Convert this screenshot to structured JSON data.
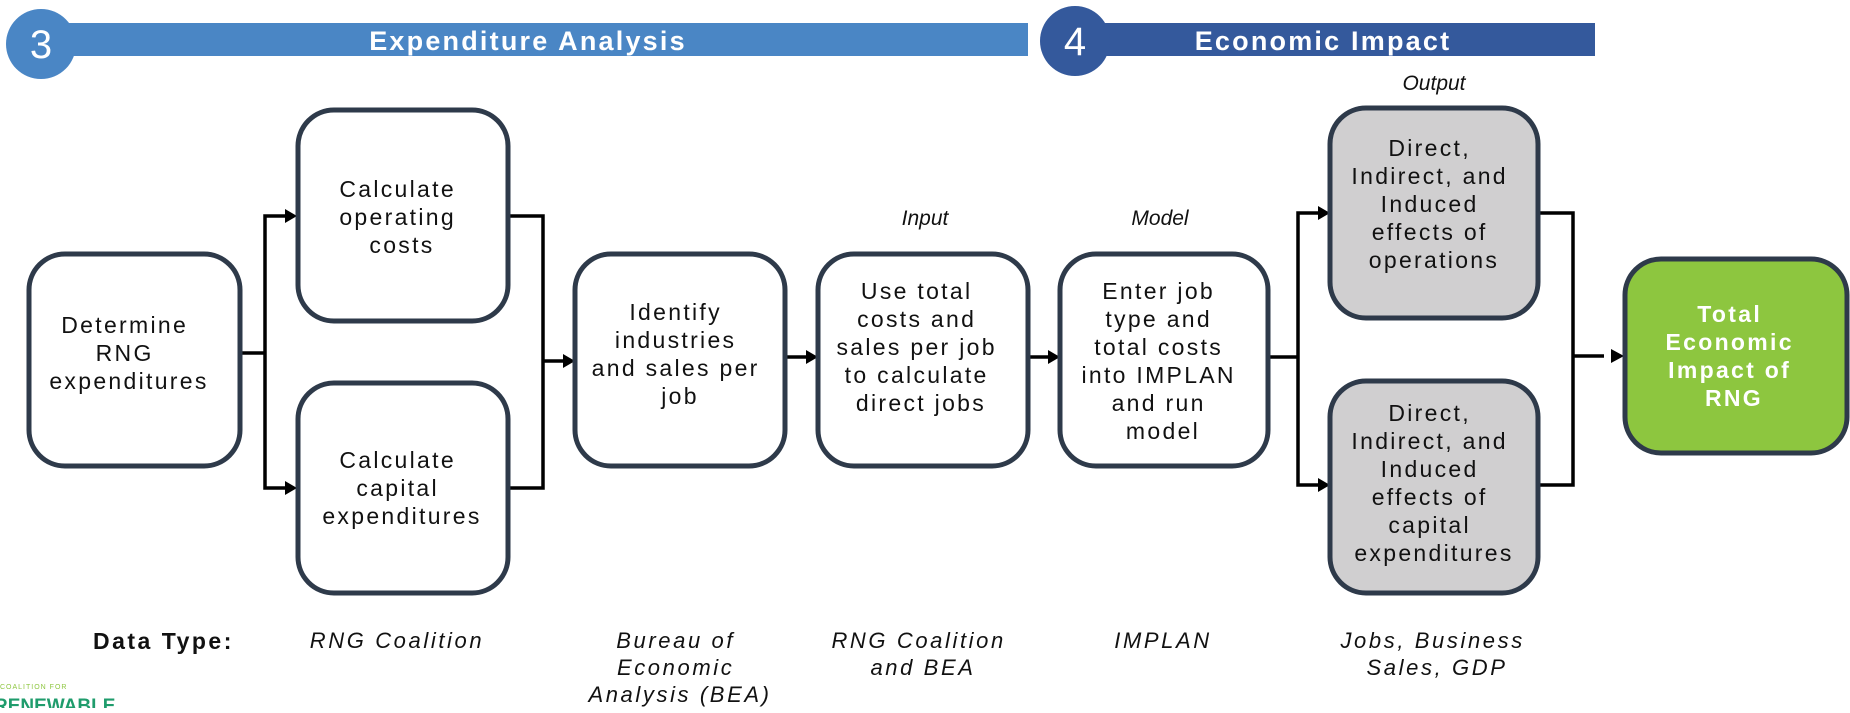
{
  "banners": {
    "expenditure": {
      "number": "3",
      "title": "Expenditure Analysis"
    },
    "economic": {
      "number": "4",
      "title": "Economic Impact"
    }
  },
  "stage_labels": {
    "input": "Input",
    "model": "Model",
    "output": "Output"
  },
  "boxes": {
    "determine": [
      "Determine",
      "RNG",
      "expenditures"
    ],
    "operating": [
      "Calculate",
      "operating",
      "costs"
    ],
    "capital": [
      "Calculate",
      "capital",
      "expenditures"
    ],
    "identify": [
      "Identify",
      "industries",
      "and sales per",
      "job"
    ],
    "use_total": [
      "Use total",
      "costs and",
      "sales per job",
      "to calculate",
      "direct jobs"
    ],
    "enter_job": [
      "Enter job",
      "type and",
      "total costs",
      "into IMPLAN",
      "and run",
      "model"
    ],
    "effects_operations": [
      "Direct,",
      "Indirect, and",
      "Induced",
      "effects of",
      "operations"
    ],
    "effects_capital": [
      "Direct,",
      "Indirect, and",
      "Induced",
      "effects of",
      "capital",
      "expenditures"
    ],
    "total": [
      "Total",
      "Economic",
      "Impact of",
      "RNG"
    ]
  },
  "data_type": {
    "label": "Data Type:",
    "rng_coalition": [
      "RNG Coalition"
    ],
    "bea": [
      "Bureau of",
      "Economic",
      "Analysis (BEA)"
    ],
    "rng_bea": [
      "RNG Coalition",
      "and BEA"
    ],
    "implan": [
      "IMPLAN"
    ],
    "jobs": [
      "Jobs, Business",
      "Sales, GDP"
    ]
  },
  "logo": {
    "small": "COALITION FOR",
    "big": "RENEWABLE"
  },
  "colors": {
    "banner_expenditure": "#4a86c5",
    "banner_economic": "#34599c",
    "box_stroke": "#2e3a4a",
    "grey_fill": "#d0cfd0",
    "green_fill": "#8dc63f"
  }
}
